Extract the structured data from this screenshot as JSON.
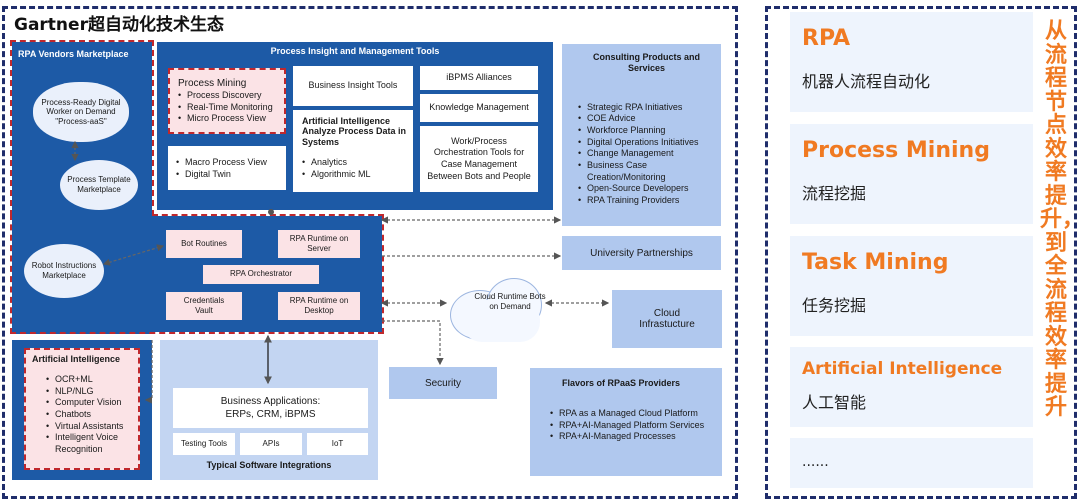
{
  "title": "Gartner超自动化技术生态",
  "rpa_vendors": {
    "title": "RPA Vendors Marketplace",
    "circles": [
      "Process-Ready Digital Worker on Demand \"Process-aaS\"",
      "Process Template Marketplace",
      "Robot Instructions Marketplace"
    ]
  },
  "pim": {
    "title": "Process Insight and Management Tools",
    "process_mining": [
      "Process Mining",
      "Process Discovery",
      "Real-Time Monitoring",
      "Micro Process View"
    ],
    "macro": [
      "Macro Process View",
      "Digital Twin"
    ],
    "business_insight": "Business Insight Tools",
    "ai_title": "Artificial Intelligence Analyze Process Data in Systems",
    "ai_items": [
      "Analytics",
      "Algorithmic ML"
    ],
    "ibpms": "iBPMS Alliances",
    "knowledge": "Knowledge Management",
    "orchestration": "Work/Process Orchestration Tools for Case Management Between Bots and People"
  },
  "runtime": {
    "bot_routines": "Bot Routines",
    "rpa_server": "RPA Runtime on Server",
    "orchestrator": "RPA Orchestrator",
    "credentials": "Credentials Vault",
    "rpa_desktop": "RPA Runtime on Desktop"
  },
  "ai_box": {
    "title": "Artificial Intelligence",
    "items": [
      "OCR+ML",
      "NLP/NLG",
      "Computer Vision",
      "Chatbots",
      "Virtual Assistants",
      "Intelligent Voice Recognition"
    ]
  },
  "integrations": {
    "business_apps": "Business Applications: ERPs, CRM, iBPMS",
    "testing": "Testing Tools",
    "apis": "APIs",
    "iot": "IoT",
    "title": "Typical Software Integrations"
  },
  "consulting": {
    "title": "Consulting Products and Services",
    "items": [
      "Strategic RPA Initiatives",
      "COE Advice",
      "Workforce Planning",
      "Digital Operations Initiatives",
      "Change Management",
      "Business Case Creation/Monitoring",
      "Open-Source Developers",
      "RPA Training Providers"
    ]
  },
  "university": "University Partnerships",
  "cloud_runtime": "Cloud Runtime Bots on Demand",
  "cloud_infra": "Cloud Infrastucture",
  "security": "Security",
  "flavors": {
    "title": "Flavors of RPaaS Providers",
    "items": [
      "RPA as a Managed Cloud Platform",
      "RPA+AI-Managed Platform Services",
      "RPA+AI-Managed Processes"
    ]
  },
  "right_cards": [
    {
      "title": "RPA",
      "sub": "机器人流程自动化"
    },
    {
      "title": "Process Mining",
      "sub": "流程挖掘"
    },
    {
      "title": "Task Mining",
      "sub": "任务挖掘"
    },
    {
      "title": "Artificial Intelligence",
      "sub": "人工智能"
    },
    {
      "title": "",
      "sub": "......"
    }
  ],
  "vertical_text": "从流程节点效率提升，到全流程效率提升",
  "colors": {
    "accent": "#f07a22",
    "frame": "#1f2d6b",
    "dark_panel": "#1d5aa6",
    "light_panel": "#b0c8ee",
    "red_dash": "#c0282d"
  }
}
